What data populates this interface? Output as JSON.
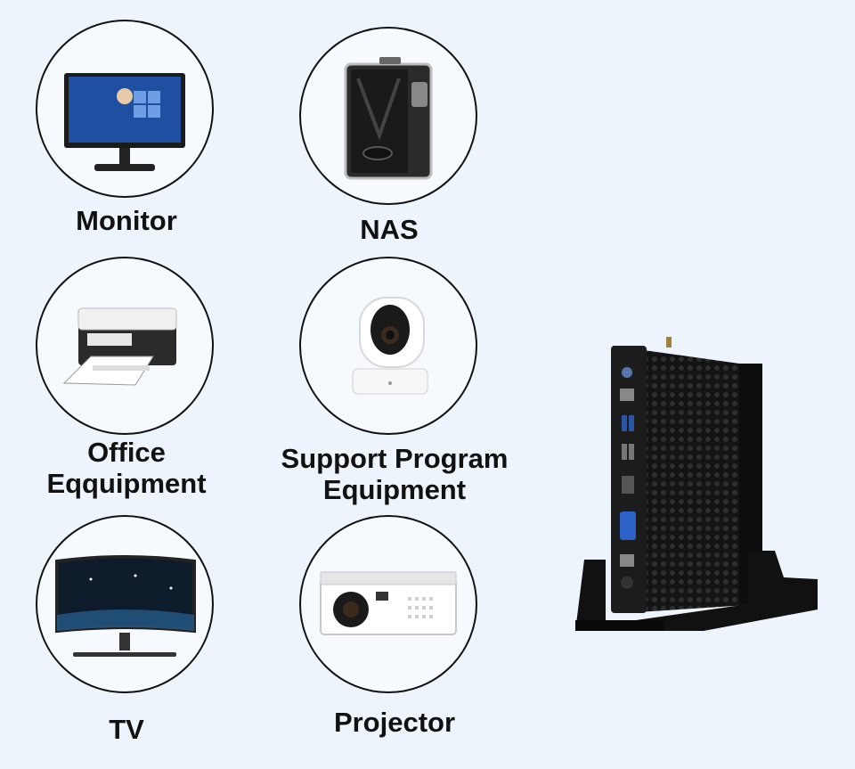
{
  "devices": [
    {
      "name": "monitor",
      "label_lines": [
        "Monitor"
      ],
      "icon": "monitor-icon"
    },
    {
      "name": "nas",
      "label_lines": [
        "NAS"
      ],
      "icon": "nas-icon"
    },
    {
      "name": "office",
      "label_lines": [
        "Office",
        "Eqquipment"
      ],
      "icon": "printer-icon"
    },
    {
      "name": "support",
      "label_lines": [
        "Support Program",
        "Equipment"
      ],
      "icon": "camera-icon"
    },
    {
      "name": "tv",
      "label_lines": [
        "TV"
      ],
      "icon": "tv-icon"
    },
    {
      "name": "projector",
      "label_lines": [
        "Projector"
      ],
      "icon": "projector-icon"
    }
  ],
  "colors": {
    "background": "#eef4fb",
    "ink": "#111111",
    "accent": "#1f4fa0"
  },
  "product": {
    "icon": "mini-pc-icon"
  }
}
